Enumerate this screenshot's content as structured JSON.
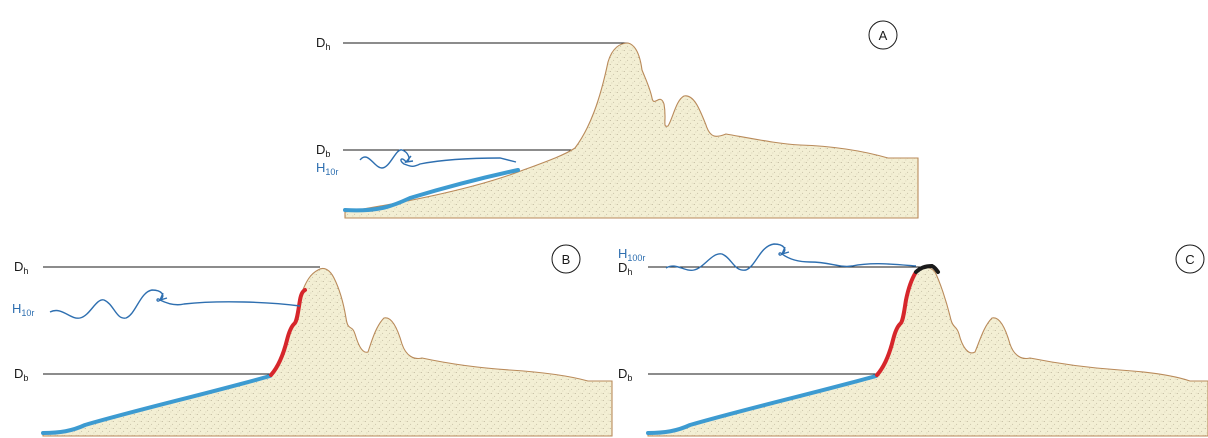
{
  "panels": [
    {
      "id": "A",
      "letter": "A",
      "labels": {
        "dh": "D",
        "dh_sub": "h",
        "db": "D",
        "db_sub": "b",
        "h": "H",
        "h_sub": "10r"
      }
    },
    {
      "id": "B",
      "letter": "B",
      "labels": {
        "dh": "D",
        "dh_sub": "h",
        "db": "D",
        "db_sub": "b",
        "h": "H",
        "h_sub": "10r"
      }
    },
    {
      "id": "C",
      "letter": "C",
      "labels": {
        "dh": "D",
        "dh_sub": "h",
        "db": "D",
        "db_sub": "b",
        "h": "H",
        "h_sub": "100r"
      }
    }
  ],
  "colors": {
    "sand": "#f3efd4",
    "dune_outline": "#b98a5a",
    "beach": "#3d9bd1",
    "erosion": "#d6262b",
    "overtopping": "#1a1a1a",
    "wave": "#2e6fb0"
  }
}
